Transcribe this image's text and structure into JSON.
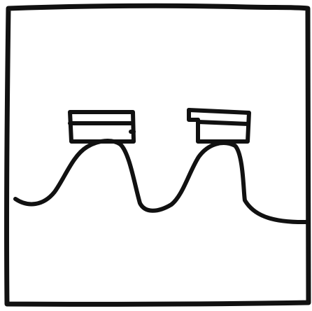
{
  "scene": {
    "description_icon": "hand-drawn-sketch",
    "background_color": "#ffffff",
    "stroke_color": "#111111"
  },
  "elements": {
    "frame_icon": "square-frame",
    "wave_icon": "sine-wave",
    "cap_left_icon": "flat-cap",
    "cap_right_icon": "flat-cap"
  }
}
